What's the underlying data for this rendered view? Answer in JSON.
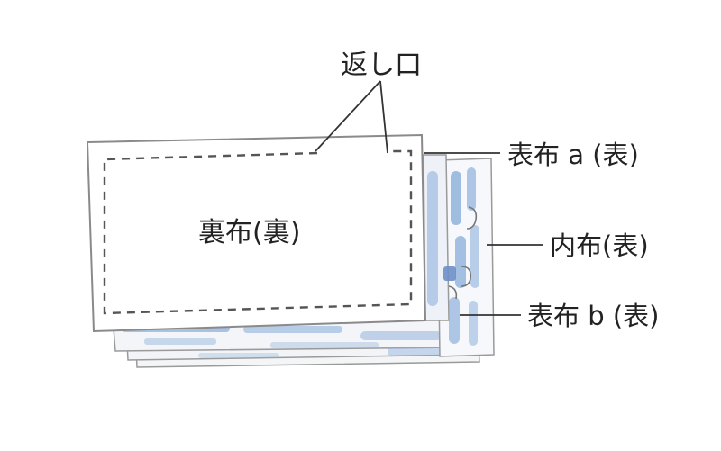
{
  "labels": {
    "opening": "返し口",
    "back_fabric": "裏布(裏)",
    "outer_fabric_a": "表布 a (表)",
    "inner_fabric": "内布(表)",
    "outer_fabric_b": "表布 b (表)"
  },
  "colors": {
    "line": "#555555",
    "fabric_blue": "#8fb1dc",
    "fabric_edge": "#9a9a9a",
    "back_fabric_fill": "#ffffff",
    "text": "#222222"
  }
}
